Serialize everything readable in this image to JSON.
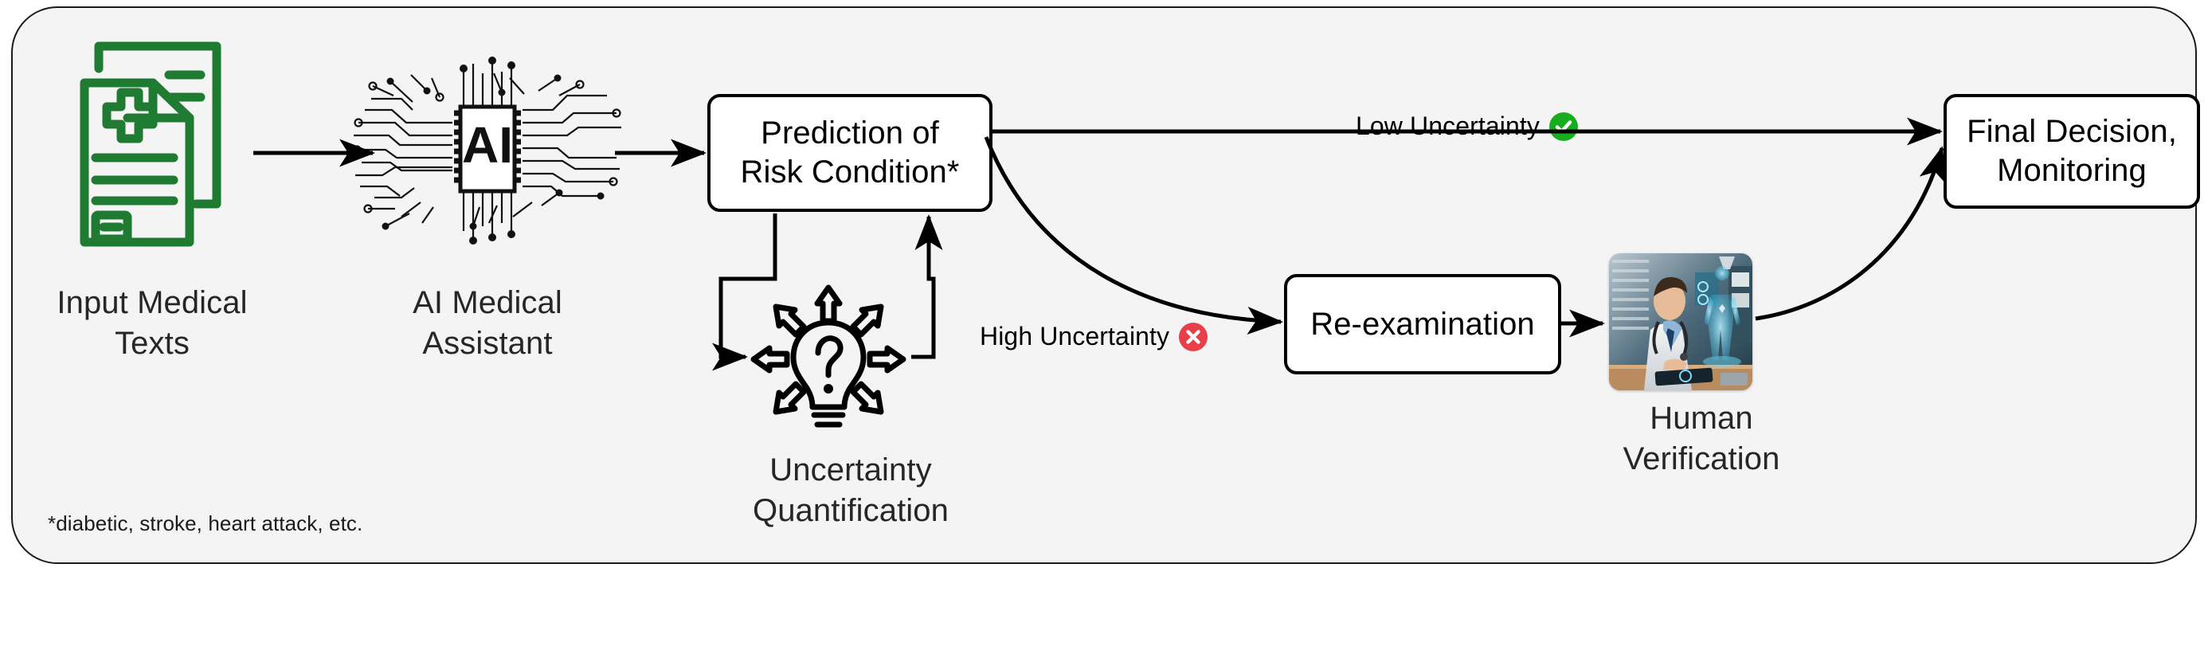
{
  "diagram": {
    "title": "AI medical risk-prediction workflow with uncertainty quantification",
    "footnote": "*diabetic, stroke, heart attack, etc.",
    "container": {
      "background_color": "#f4f4f4",
      "border_color": "#1a1a1a"
    },
    "nodes": [
      {
        "id": "input-medical-texts",
        "kind": "icon-with-caption",
        "icon": "medical-document-icon",
        "icon_color": "#1f7a32",
        "caption": "Input Medical\nTexts"
      },
      {
        "id": "ai-medical-assistant",
        "kind": "icon-with-caption",
        "icon": "ai-chip-icon",
        "icon_label": "AI",
        "caption": "AI Medical\nAssistant"
      },
      {
        "id": "prediction-of-risk-condition",
        "kind": "process-box",
        "label": "Prediction of\nRisk Condition*"
      },
      {
        "id": "uncertainty-quantification",
        "kind": "icon-with-caption",
        "icon": "question-lightbulb-icon",
        "caption": "Uncertainty\nQuantification"
      },
      {
        "id": "re-examination",
        "kind": "process-box",
        "label": "Re-examination"
      },
      {
        "id": "human-verification",
        "kind": "photo-with-caption",
        "image": "doctor-holographic-scan-photo",
        "caption": "Human\nVerification"
      },
      {
        "id": "final-decision-monitoring",
        "kind": "process-box",
        "label": "Final Decision,\nMonitoring"
      }
    ],
    "edges": [
      {
        "id": "input-to-ai",
        "from": "input-medical-texts",
        "to": "ai-medical-assistant",
        "label": ""
      },
      {
        "id": "ai-to-prediction",
        "from": "ai-medical-assistant",
        "to": "prediction-of-risk-condition",
        "label": ""
      },
      {
        "id": "prediction-to-final",
        "from": "prediction-of-risk-condition",
        "to": "final-decision-monitoring",
        "label": "Low Uncertainty",
        "badge": "check-circle-icon",
        "badge_color": "#17ad1e"
      },
      {
        "id": "prediction-to-reexam",
        "from": "prediction-of-risk-condition",
        "to": "re-examination",
        "label": "High Uncertainty",
        "badge": "x-circle-icon",
        "badge_color": "#e8404a"
      },
      {
        "id": "reexam-to-human",
        "from": "re-examination",
        "to": "human-verification",
        "label": ""
      },
      {
        "id": "human-to-final",
        "from": "human-verification",
        "to": "final-decision-monitoring",
        "label": ""
      },
      {
        "id": "prediction-to-uq",
        "from": "prediction-of-risk-condition",
        "to": "uncertainty-quantification",
        "label": ""
      },
      {
        "id": "uq-to-prediction",
        "from": "uncertainty-quantification",
        "to": "prediction-of-risk-condition",
        "label": ""
      }
    ]
  }
}
